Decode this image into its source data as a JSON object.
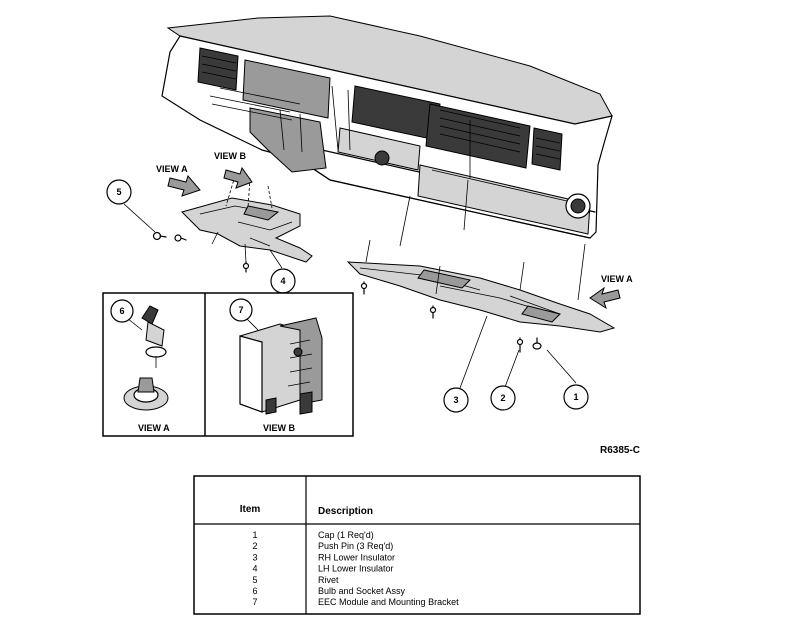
{
  "callouts": {
    "view_a_label": "VIEW A",
    "view_b_label": "VIEW B",
    "view_a_right_label": "VIEW A",
    "item_numbers": [
      "1",
      "2",
      "3",
      "4",
      "5",
      "6",
      "7"
    ]
  },
  "detail_views": {
    "view_a_caption": "VIEW A",
    "view_b_caption": "VIEW B"
  },
  "figure_reference": "R6385-C",
  "parts_table": {
    "headers": {
      "item": "Item",
      "description": "Description"
    },
    "rows": [
      {
        "item": "1",
        "description": "Cap (1 Req'd)"
      },
      {
        "item": "2",
        "description": "Push Pin (3 Req'd)"
      },
      {
        "item": "3",
        "description": "RH Lower Insulator"
      },
      {
        "item": "4",
        "description": "LH Lower Insulator"
      },
      {
        "item": "5",
        "description": "Rivet"
      },
      {
        "item": "6",
        "description": "Bulb and Socket Assy"
      },
      {
        "item": "7",
        "description": "EEC Module and Mounting Bracket"
      }
    ]
  }
}
